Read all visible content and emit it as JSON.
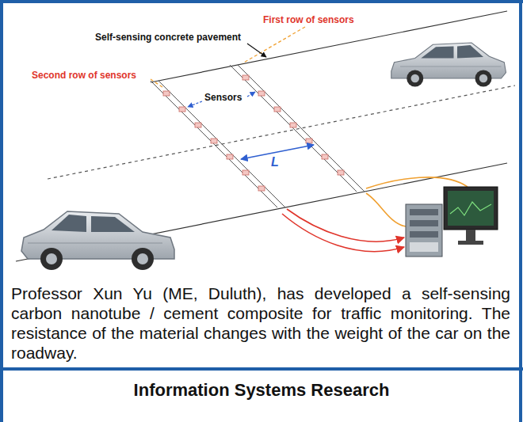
{
  "diagram": {
    "title": "Information Systems Research",
    "caption": "Professor Xun Yu (ME, Duluth), has developed a self-sensing carbon nanotube / cement composite for traffic monitoring. The resistance of the material changes with the weight of the car on the roadway.",
    "labels": [
      "First row of sensors",
      "Self-sensing concrete pavement",
      "Second row of sensors",
      "Sensors",
      "L"
    ]
  }
}
